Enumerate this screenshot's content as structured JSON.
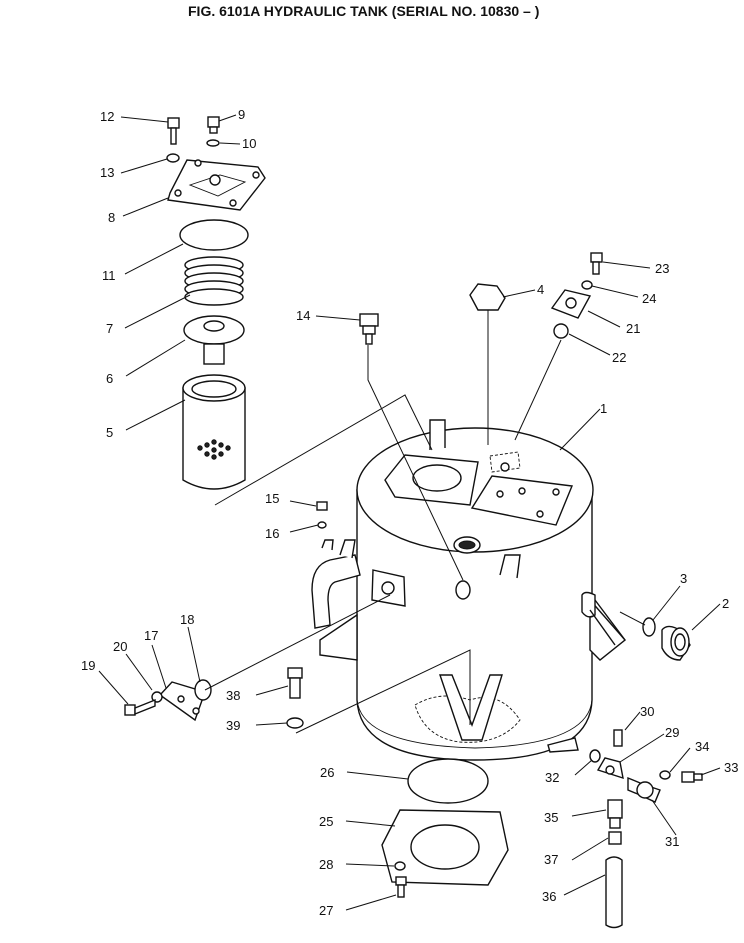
{
  "title": "FIG. 6101A  HYDRAULIC TANK (SERIAL NO. 10830 – )",
  "callouts": [
    {
      "id": "c1",
      "label": "1"
    },
    {
      "id": "c2",
      "label": "2"
    },
    {
      "id": "c3",
      "label": "3"
    },
    {
      "id": "c4",
      "label": "4"
    },
    {
      "id": "c5",
      "label": "5"
    },
    {
      "id": "c6",
      "label": "6"
    },
    {
      "id": "c7",
      "label": "7"
    },
    {
      "id": "c8",
      "label": "8"
    },
    {
      "id": "c9",
      "label": "9"
    },
    {
      "id": "c10",
      "label": "10"
    },
    {
      "id": "c11",
      "label": "11"
    },
    {
      "id": "c12",
      "label": "12"
    },
    {
      "id": "c13",
      "label": "13"
    },
    {
      "id": "c14",
      "label": "14"
    },
    {
      "id": "c15",
      "label": "15"
    },
    {
      "id": "c16",
      "label": "16"
    },
    {
      "id": "c17",
      "label": "17"
    },
    {
      "id": "c18",
      "label": "18"
    },
    {
      "id": "c19",
      "label": "19"
    },
    {
      "id": "c20",
      "label": "20"
    },
    {
      "id": "c21",
      "label": "21"
    },
    {
      "id": "c22",
      "label": "22"
    },
    {
      "id": "c23",
      "label": "23"
    },
    {
      "id": "c24",
      "label": "24"
    },
    {
      "id": "c25",
      "label": "25"
    },
    {
      "id": "c26",
      "label": "26"
    },
    {
      "id": "c27",
      "label": "27"
    },
    {
      "id": "c28",
      "label": "28"
    },
    {
      "id": "c29",
      "label": "29"
    },
    {
      "id": "c30",
      "label": "30"
    },
    {
      "id": "c31",
      "label": "31"
    },
    {
      "id": "c32",
      "label": "32"
    },
    {
      "id": "c33",
      "label": "33"
    },
    {
      "id": "c34",
      "label": "34"
    },
    {
      "id": "c35",
      "label": "35"
    },
    {
      "id": "c36",
      "label": "36"
    },
    {
      "id": "c37",
      "label": "37"
    },
    {
      "id": "c38",
      "label": "38"
    },
    {
      "id": "c39",
      "label": "39"
    }
  ]
}
